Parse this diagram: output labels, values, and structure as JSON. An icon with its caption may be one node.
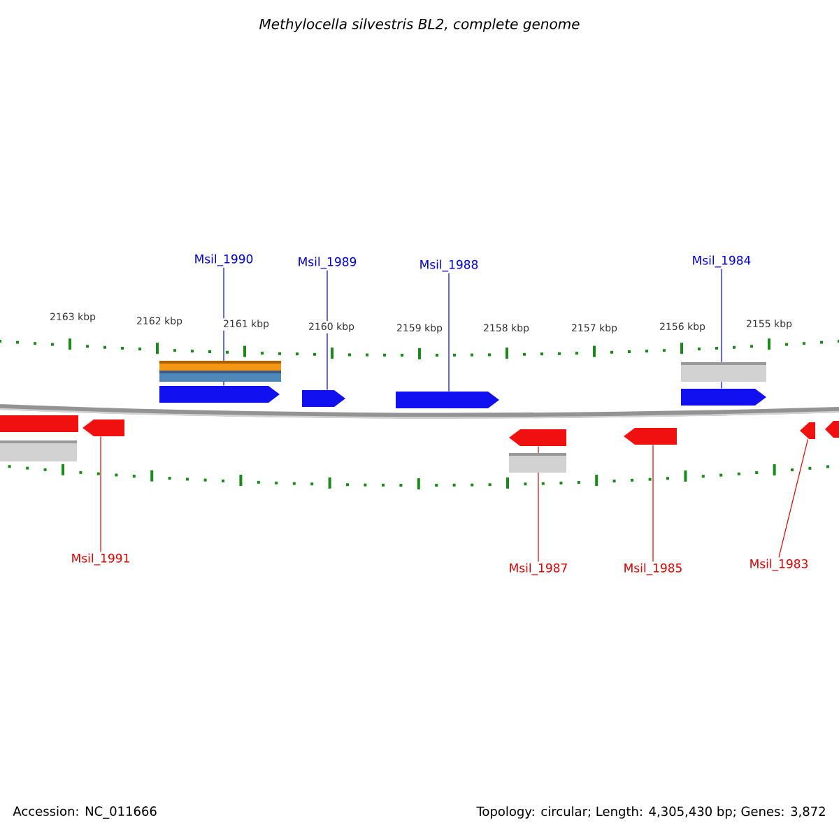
{
  "diagram": {
    "title": "Methylocella silvestris BL2, complete genome",
    "nodes": [
      {
        "text": [
          "Msil_1990"
        ]
      },
      {
        "text": [
          "Msil_1989"
        ]
      },
      {
        "text": [
          "Msil_1988"
        ]
      },
      {
        "text": [
          "Msil_1984"
        ]
      },
      {
        "text": [],
        "shape": "box"
      },
      {
        "text": [],
        "shape": "box"
      },
      {
        "text": [],
        "shape": "box"
      },
      {
        "text": [],
        "shape": "box"
      },
      {
        "text": [],
        "shape": "box"
      },
      {
        "text": [],
        "shape": "box"
      },
      {
        "text": [],
        "shape": "box"
      },
      {
        "text": [],
        "shape": "box"
      },
      {
        "text": [],
        "shape": "box"
      },
      {
        "text": [],
        "shape": "box"
      },
      {
        "text": [
          "Msil_1991"
        ]
      },
      {
        "text": [
          "Msil_1987"
        ]
      },
      {
        "text": [
          "Msil_1985"
        ]
      },
      {
        "text": [
          "Msil_1983"
        ]
      }
    ],
    "edges": [
      {
        "from": 0,
        "to": 4,
        "arrow": "none",
        "color": "#0000e0"
      },
      {
        "from": 1,
        "to": 5,
        "arrow": "none",
        "color": "#0000e0"
      },
      {
        "from": 2,
        "to": 6,
        "arrow": "none",
        "color": "#0000e0"
      },
      {
        "from": 3,
        "to": 7,
        "arrow": "none",
        "color": "#0000e0"
      },
      {
        "from": 14,
        "to": 9,
        "arrow": "none",
        "color": "#e00000"
      },
      {
        "from": 15,
        "to": 10,
        "arrow": "none",
        "color": "#e00000"
      },
      {
        "from": 16,
        "to": 11,
        "arrow": "none",
        "color": "#e00000"
      },
      {
        "from": 17,
        "to": 12,
        "arrow": "none",
        "color": "#e00000"
      }
    ],
    "labels": [
      "2163 kbp",
      "2162 kbp",
      "2161 kbp",
      "2160 kbp",
      "2159 kbp",
      "2158 kbp",
      "2157 kbp",
      "2156 kbp",
      "2155 kbp",
      "Accession: NC_011666",
      "Topology: circular; Length: 4,305,430 bp; Genes: 3,872"
    ]
  }
}
